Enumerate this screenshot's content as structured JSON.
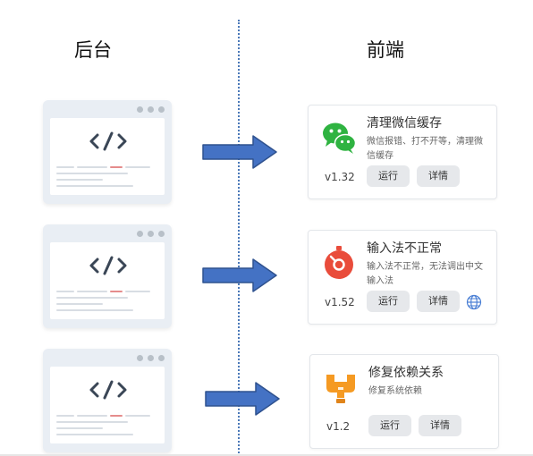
{
  "headings": {
    "backend": "后台",
    "frontend": "前端"
  },
  "colors": {
    "arrow": "#4472c4",
    "divider": "#4a78b8",
    "panel": "#e9eef4",
    "code_glyph": "#3a4656",
    "code_accent_line": "#e58c8c",
    "wechat": "#2fb341",
    "ime_red": "#e94c3b",
    "repair_orange": "#f59a23"
  },
  "apps": [
    {
      "icon": "wechat-icon",
      "title": "清理微信缓存",
      "description": "微信报错、打不开等，清理微信缓存",
      "version": "v1.32",
      "run_label": "运行",
      "details_label": "详情",
      "has_globe": false
    },
    {
      "icon": "stopwatch-icon",
      "title": "输入法不正常",
      "description": "输入法不正常，无法调出中文输入法",
      "version": "v1.52",
      "run_label": "运行",
      "details_label": "详情",
      "has_globe": true
    },
    {
      "icon": "repair-tool-icon",
      "title": "修复依赖关系",
      "description": "修复系统依赖",
      "version": "v1.2",
      "run_label": "运行",
      "details_label": "详情",
      "has_globe": false
    }
  ]
}
